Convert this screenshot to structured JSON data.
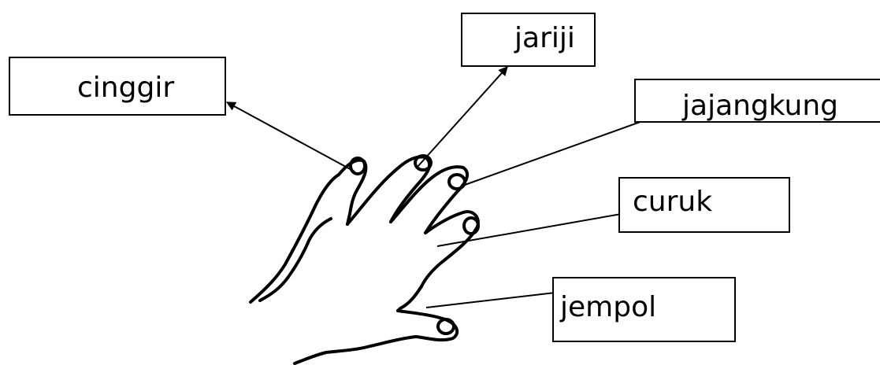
{
  "labels": {
    "cinggir": "cinggir",
    "jariji": "jariji",
    "jajangkung": "jajangkung",
    "curuk": "curuk",
    "jempol": "jempol"
  }
}
